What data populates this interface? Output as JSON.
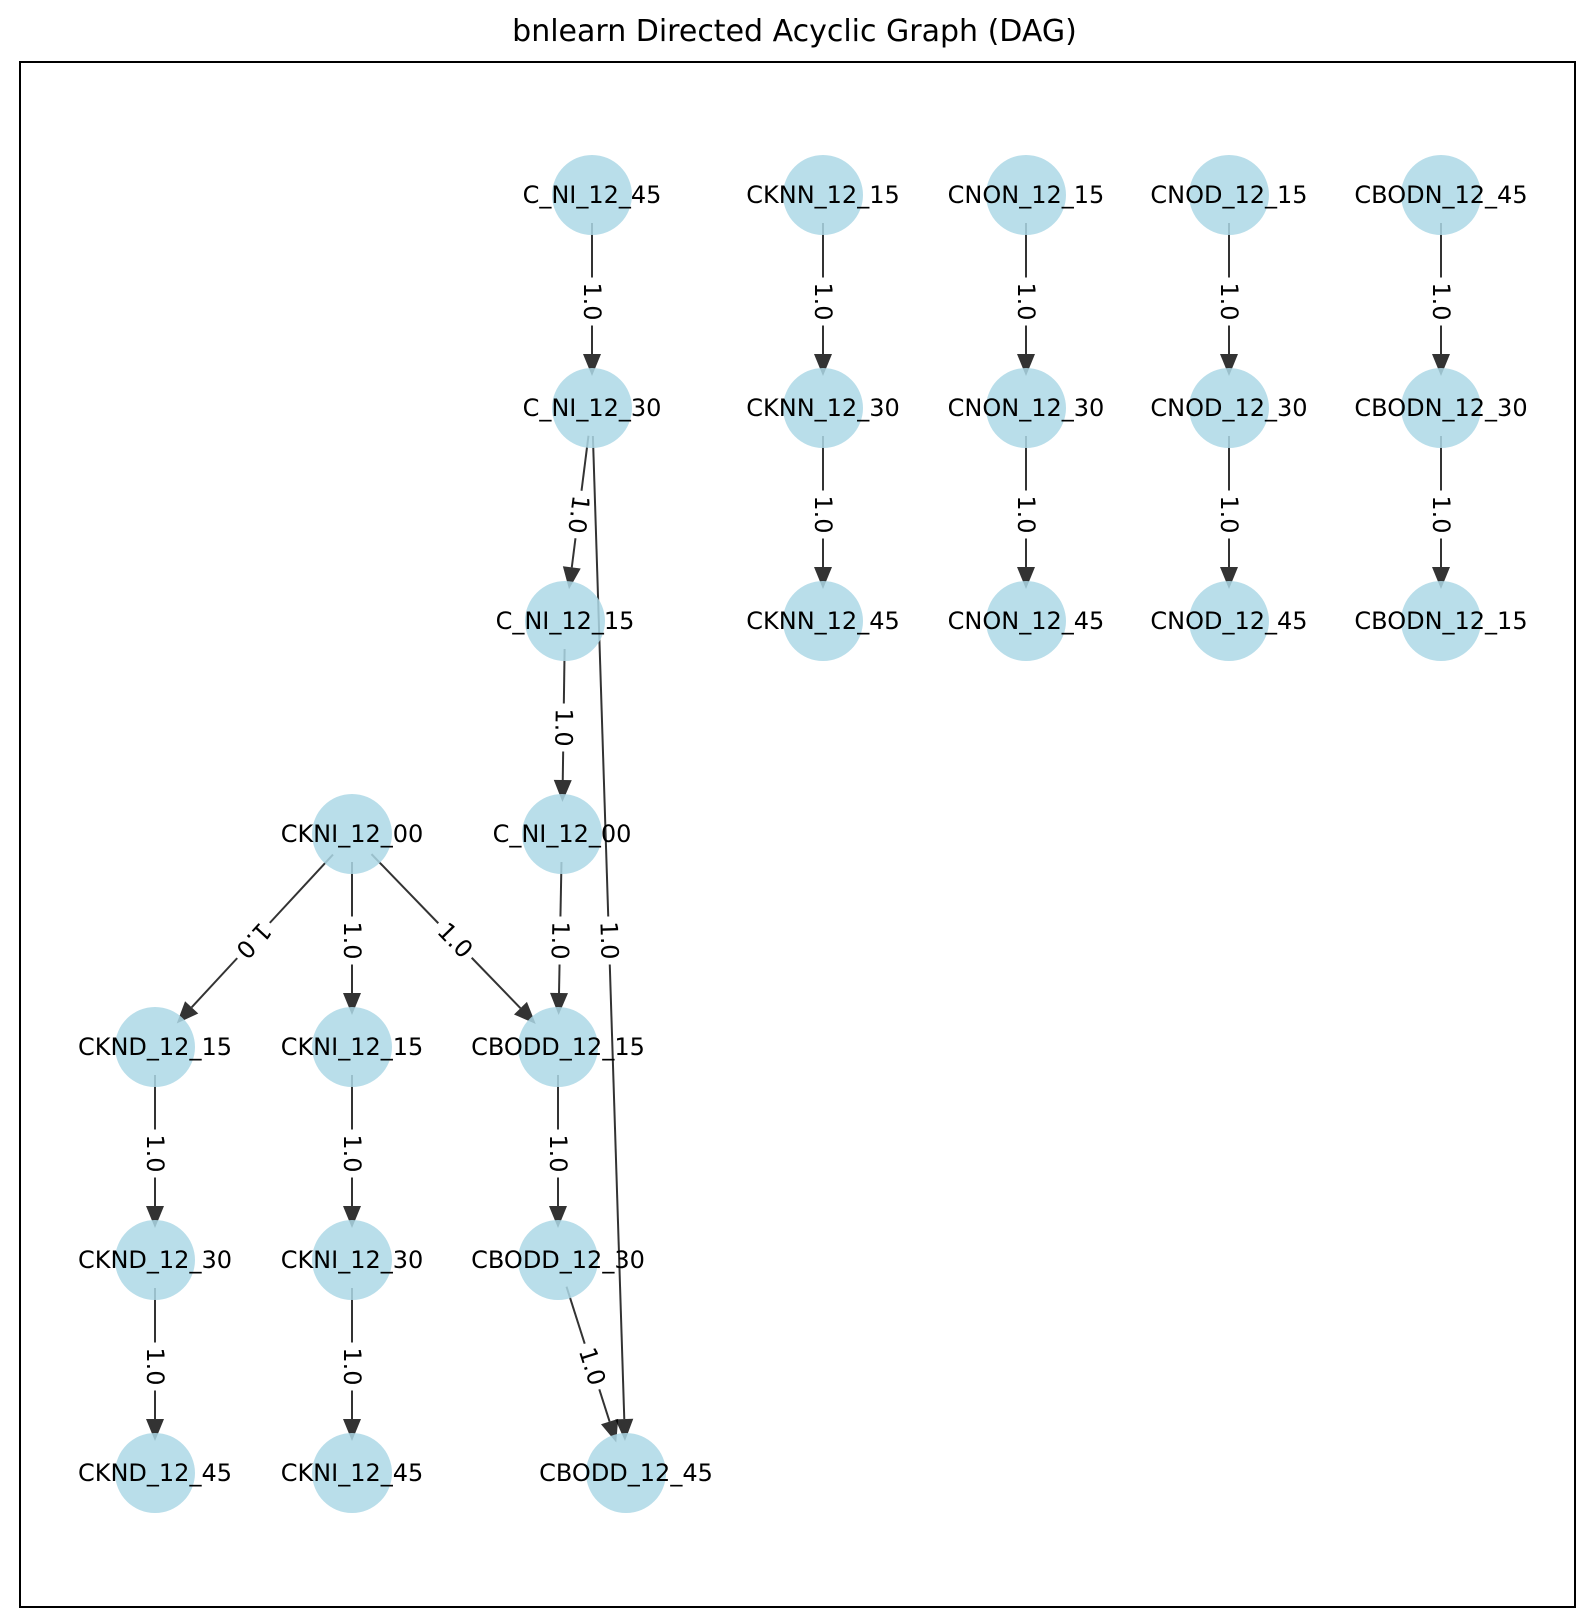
{
  "title": "bnlearn Directed Acyclic Graph (DAG)",
  "colors": {
    "node": "#add8e6",
    "edge": "#000000",
    "frame": "#000000"
  },
  "nodes": [
    {
      "id": "C_NI_12_45",
      "label": "C_NI_12_45"
    },
    {
      "id": "C_NI_12_30",
      "label": "C_NI_12_30"
    },
    {
      "id": "C_NI_12_15",
      "label": "C_NI_12_15"
    },
    {
      "id": "C_NI_12_00",
      "label": "C_NI_12_00"
    },
    {
      "id": "CKNN_12_15",
      "label": "CKNN_12_15"
    },
    {
      "id": "CKNN_12_30",
      "label": "CKNN_12_30"
    },
    {
      "id": "CKNN_12_45",
      "label": "CKNN_12_45"
    },
    {
      "id": "CNON_12_15",
      "label": "CNON_12_15"
    },
    {
      "id": "CNON_12_30",
      "label": "CNON_12_30"
    },
    {
      "id": "CNON_12_45",
      "label": "CNON_12_45"
    },
    {
      "id": "CNOD_12_15",
      "label": "CNOD_12_15"
    },
    {
      "id": "CNOD_12_30",
      "label": "CNOD_12_30"
    },
    {
      "id": "CNOD_12_45",
      "label": "CNOD_12_45"
    },
    {
      "id": "CBODN_12_45",
      "label": "CBODN_12_45"
    },
    {
      "id": "CBODN_12_30",
      "label": "CBODN_12_30"
    },
    {
      "id": "CBODN_12_15",
      "label": "CBODN_12_15"
    },
    {
      "id": "CKNI_12_00",
      "label": "CKNI_12_00"
    },
    {
      "id": "CKND_12_15",
      "label": "CKND_12_15"
    },
    {
      "id": "CKND_12_30",
      "label": "CKND_12_30"
    },
    {
      "id": "CKND_12_45",
      "label": "CKND_12_45"
    },
    {
      "id": "CKNI_12_15",
      "label": "CKNI_12_15"
    },
    {
      "id": "CKNI_12_30",
      "label": "CKNI_12_30"
    },
    {
      "id": "CKNI_12_45",
      "label": "CKNI_12_45"
    },
    {
      "id": "CBODD_12_15",
      "label": "CBODD_12_15"
    },
    {
      "id": "CBODD_12_30",
      "label": "CBODD_12_30"
    },
    {
      "id": "CBODD_12_45",
      "label": "CBODD_12_45"
    }
  ],
  "edges": [
    {
      "from": "C_NI_12_45",
      "to": "C_NI_12_30",
      "weight": "1.0"
    },
    {
      "from": "C_NI_12_30",
      "to": "C_NI_12_15",
      "weight": "1.0"
    },
    {
      "from": "C_NI_12_30",
      "to": "CBODD_12_45",
      "weight": "1.0"
    },
    {
      "from": "C_NI_12_15",
      "to": "C_NI_12_00",
      "weight": "1.0"
    },
    {
      "from": "C_NI_12_00",
      "to": "CBODD_12_15",
      "weight": "1.0"
    },
    {
      "from": "CKNN_12_15",
      "to": "CKNN_12_30",
      "weight": "1.0"
    },
    {
      "from": "CKNN_12_30",
      "to": "CKNN_12_45",
      "weight": "1.0"
    },
    {
      "from": "CNON_12_15",
      "to": "CNON_12_30",
      "weight": "1.0"
    },
    {
      "from": "CNON_12_30",
      "to": "CNON_12_45",
      "weight": "1.0"
    },
    {
      "from": "CNOD_12_15",
      "to": "CNOD_12_30",
      "weight": "1.0"
    },
    {
      "from": "CNOD_12_30",
      "to": "CNOD_12_45",
      "weight": "1.0"
    },
    {
      "from": "CBODN_12_45",
      "to": "CBODN_12_30",
      "weight": "1.0"
    },
    {
      "from": "CBODN_12_30",
      "to": "CBODN_12_15",
      "weight": "1.0"
    },
    {
      "from": "CKNI_12_00",
      "to": "CKND_12_15",
      "weight": "1.0"
    },
    {
      "from": "CKNI_12_00",
      "to": "CKNI_12_15",
      "weight": "1.0"
    },
    {
      "from": "CKNI_12_00",
      "to": "CBODD_12_15",
      "weight": "1.0"
    },
    {
      "from": "CKND_12_15",
      "to": "CKND_12_30",
      "weight": "1.0"
    },
    {
      "from": "CKND_12_30",
      "to": "CKND_12_45",
      "weight": "1.0"
    },
    {
      "from": "CKNI_12_15",
      "to": "CKNI_12_30",
      "weight": "1.0"
    },
    {
      "from": "CKNI_12_30",
      "to": "CKNI_12_45",
      "weight": "1.0"
    },
    {
      "from": "CBODD_12_15",
      "to": "CBODD_12_30",
      "weight": "1.0"
    },
    {
      "from": "CBODD_12_30",
      "to": "CBODD_12_45",
      "weight": "1.0"
    }
  ]
}
